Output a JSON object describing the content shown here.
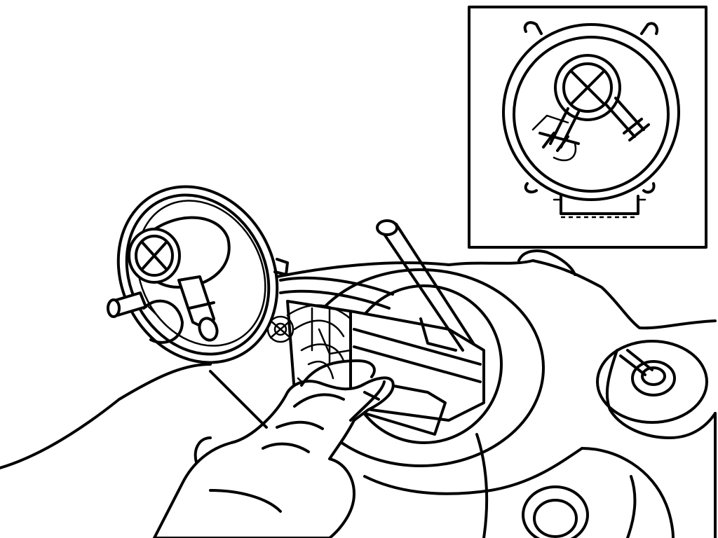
{
  "diagram": {
    "kind": "technical line illustration",
    "colors": {
      "line": "#000000",
      "background": "#ffffff"
    },
    "parts": [
      "hand",
      "fuel-pump-flange",
      "fuel-tank",
      "fuel-pump-unit",
      "detail-inset"
    ]
  }
}
